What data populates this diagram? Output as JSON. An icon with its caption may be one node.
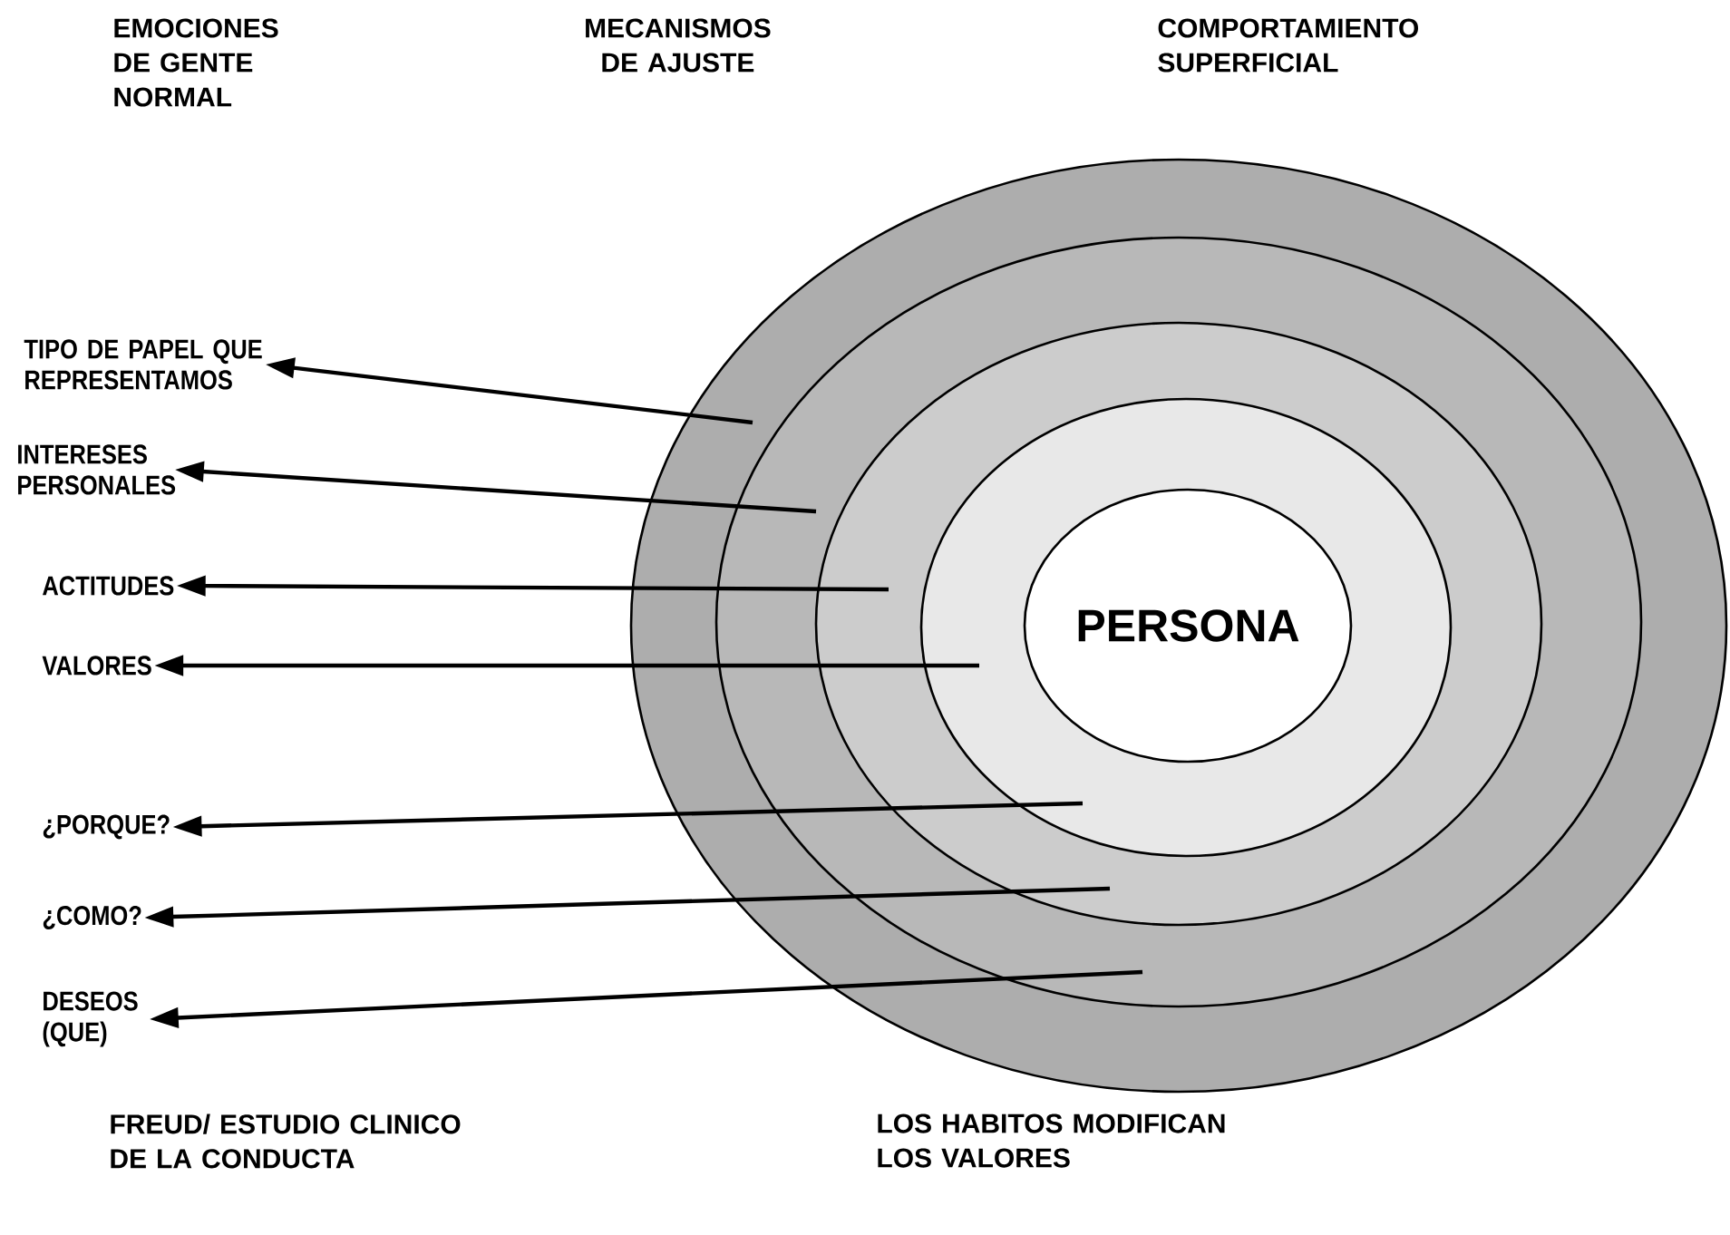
{
  "diagram": {
    "nodes": [
      {
        "text": [],
        "shape": "circle"
      },
      {
        "text": [],
        "shape": "circle",
        "in": 0
      },
      {
        "text": [],
        "shape": "circle",
        "in": 1
      },
      {
        "text": [],
        "shape": "circle",
        "in": 2
      },
      {
        "text": [
          "PERSONA"
        ],
        "in": 3
      },
      {
        "text": [
          "TIPO DE PAPEL QUE REPRESENTAMOS"
        ]
      },
      {
        "text": [
          "INTERESES PERSONALES"
        ]
      },
      {
        "text": [
          "ACTITUDES"
        ]
      },
      {
        "text": [
          "VALORES"
        ]
      },
      {
        "text": [
          "¿PORQUE?"
        ]
      },
      {
        "text": [
          "¿COMO?"
        ]
      },
      {
        "text": [
          "DESEOS (QUE)"
        ]
      }
    ],
    "edges": [
      {
        "from": 0,
        "to": 5,
        "arrow": "to"
      },
      {
        "from": 1,
        "to": 6,
        "arrow": "to"
      },
      {
        "from": 2,
        "to": 7,
        "arrow": "to"
      },
      {
        "from": 3,
        "to": 8,
        "arrow": "to"
      },
      {
        "from": 3,
        "to": 9,
        "arrow": "to"
      },
      {
        "from": 2,
        "to": 10,
        "arrow": "to"
      },
      {
        "from": 1,
        "to": 11,
        "arrow": "to"
      }
    ],
    "labels": [
      "EMOCIONES DE GENTE NORMAL",
      "MECANISMOS DE AJUSTE",
      "COMPORTAMIENTO SUPERFICIAL",
      "FREUD/  ESTUDIO CLINICO DE LA CONDUCTA",
      "LOS HABITOS MODIFICAN LOS VALORES"
    ]
  }
}
